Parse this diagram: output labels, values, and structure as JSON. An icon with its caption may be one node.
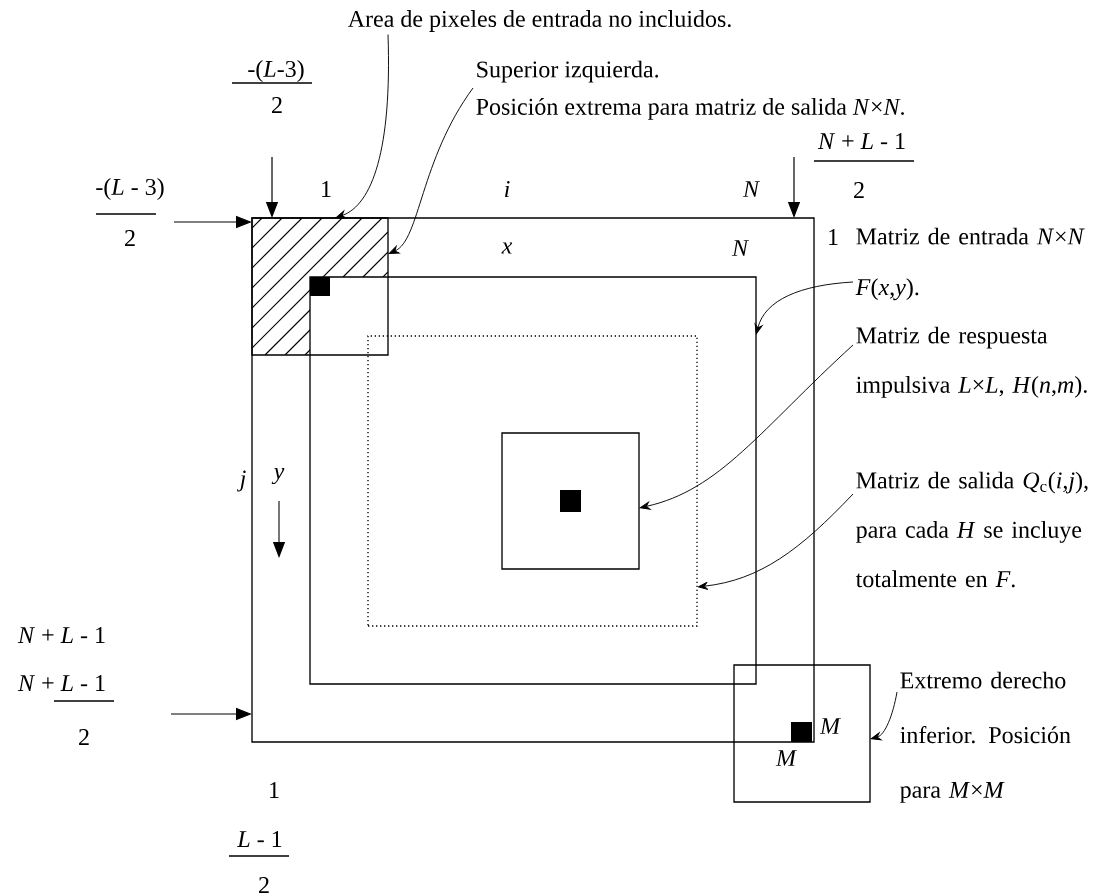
{
  "diagram": {
    "nodes": [
      {
        "text": [],
        "shape": "box"
      },
      {
        "text": [],
        "shape": "box",
        "in": 0
      },
      {
        "text": [],
        "shape": "box",
        "in": 0
      },
      {
        "text": [],
        "shape": "box",
        "in": 2
      },
      {
        "text": [],
        "shape": "box",
        "in": 3
      },
      {
        "text": [],
        "shape": "box"
      },
      {
        "text": [
          "Area de pixeles de entrada no incluidos."
        ]
      },
      {
        "text": [
          "Superior izquierda.",
          "Posición extrema para matriz de salida *N*×*N*."
        ]
      },
      {
        "text": [
          "Matriz de entrada *N*×*N* *F*(*x*,*y*)."
        ]
      },
      {
        "text": [
          "Matriz de respuesta impulsiva *L*×*L*, *H*(*n*,*m*)."
        ]
      },
      {
        "text": [
          "Matriz de salida *Q*$_{c}$(*i*,*j*), para cada *H* se incluye totalmente en *F*."
        ]
      },
      {
        "text": [
          "Extremo derecho inferior. Posición para *M*×*M*"
        ]
      }
    ],
    "edges": [
      {
        "from": 6,
        "to": 1,
        "arrow": "to"
      },
      {
        "from": 7,
        "to": 1,
        "arrow": "to"
      },
      {
        "from": 8,
        "to": 2,
        "arrow": "to"
      },
      {
        "from": 9,
        "to": 4,
        "arrow": "to"
      },
      {
        "from": 10,
        "to": 3,
        "arrow": "to"
      },
      {
        "from": 11,
        "to": 5,
        "arrow": "to"
      },
      {
        "from": null,
        "to": 0,
        "arrow": "to"
      },
      {
        "from": null,
        "to": 0,
        "arrow": "to"
      },
      {
        "from": null,
        "to": 0,
        "arrow": "to"
      },
      {
        "from": null,
        "to": 0,
        "arrow": "to"
      }
    ],
    "labels": [
      "-(*L*-3)",
      "2",
      "-(*L* - 3)",
      "2",
      "1",
      "i",
      "N",
      "*N* + *L* - 1",
      "2",
      "x",
      "N",
      "1",
      "j",
      "y",
      "*N* + *L* - 1",
      "*N* + *L* - 1",
      "2",
      "1",
      "*L* - 1",
      "2",
      "M",
      "M"
    ]
  }
}
